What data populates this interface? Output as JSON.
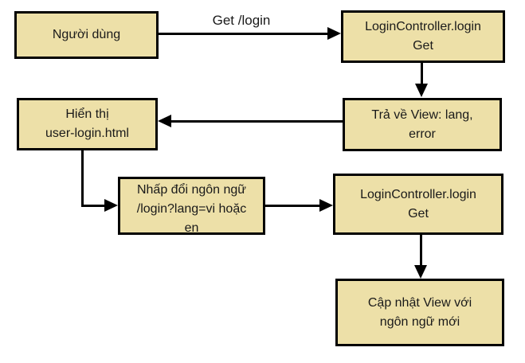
{
  "diagram": {
    "type": "flowchart",
    "colors": {
      "background": "#ffffff",
      "node_fill": "#EDE0A8",
      "node_border": "#000000",
      "arrow": "#000000",
      "text": "#1a1a1a"
    },
    "nodes": {
      "user": "Người dùng",
      "controller_get_top": "LoginController.login\nGet",
      "return_view": "Trả về View: lang,\nerror",
      "display_page": "Hiển thị\nuser-login.html",
      "change_language": "Nhấp đổi ngôn ngữ\n/login?lang=vi hoặc\nen",
      "controller_get_mid": "LoginController.login\nGet",
      "update_view": "Cập nhật View với\nngôn ngữ mới"
    },
    "edge_labels": {
      "get_login": "Get /login"
    }
  }
}
